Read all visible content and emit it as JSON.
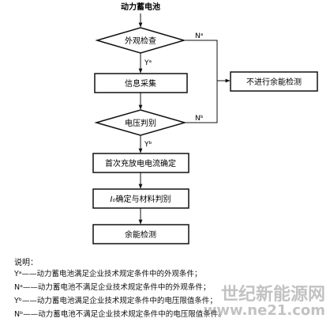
{
  "flowchart": {
    "start": "动力蓄电池",
    "appearance_check": "外观检查",
    "info_collect": "信息采集",
    "voltage_judge": "电压判别",
    "first_charge": "首次充放电电流确定",
    "i0_material": "确定与材料判别",
    "i0_symbol": "I₀",
    "capacity_test": "余能检测",
    "no_test": "不进行余能检测",
    "edge_ya": "Yᵃ",
    "edge_na": "Nᵃ",
    "edge_yb": "Yᵇ",
    "edge_nb": "Nᵇ"
  },
  "legend": {
    "title": "说明：",
    "items": [
      {
        "key": "Yᵃ",
        "text": "——动力蓄电池满足企业技术规定条件中的外观条件；"
      },
      {
        "key": "Nᵃ",
        "text": "——动力蓄电池不满足企业技术规定条件中的外观条件；"
      },
      {
        "key": "Yᵇ",
        "text": "——动力蓄电池满足企业技术规定条件中的电压限值条件；"
      },
      {
        "key": "Nᵇ",
        "text": "——动力蓄电池不满足企业技术规定条件中的电压限值条件。"
      }
    ]
  },
  "watermark": {
    "line1": "世纪新能源网",
    "line2": "www.ne21.com"
  },
  "colors": {
    "stroke": "#111111",
    "watermark": "#7a7a7a"
  }
}
